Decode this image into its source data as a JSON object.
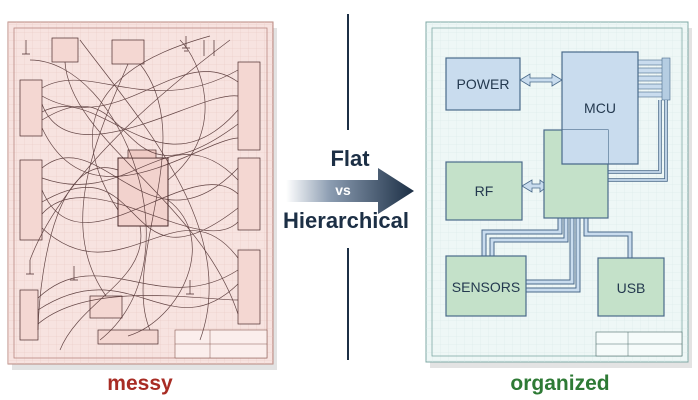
{
  "labels": {
    "messy": "messy",
    "organized": "organized",
    "flat": "Flat",
    "vs": "vs",
    "hierarchical": "Hierarchical"
  },
  "blocks": {
    "power": "POWER",
    "mcu": "MCU",
    "rf": "RF",
    "sensors": "SENSORS",
    "usb": "USB"
  },
  "colors": {
    "messy_sheet": "#f7e3e0",
    "messy_grid": "#e3bdb8",
    "organized_sheet": "#eef7f6",
    "blue_block": "#c9dcee",
    "green_block": "#c4e1c9",
    "arrow_navy": "#1c2f45",
    "wire": "#4a2a2a"
  }
}
